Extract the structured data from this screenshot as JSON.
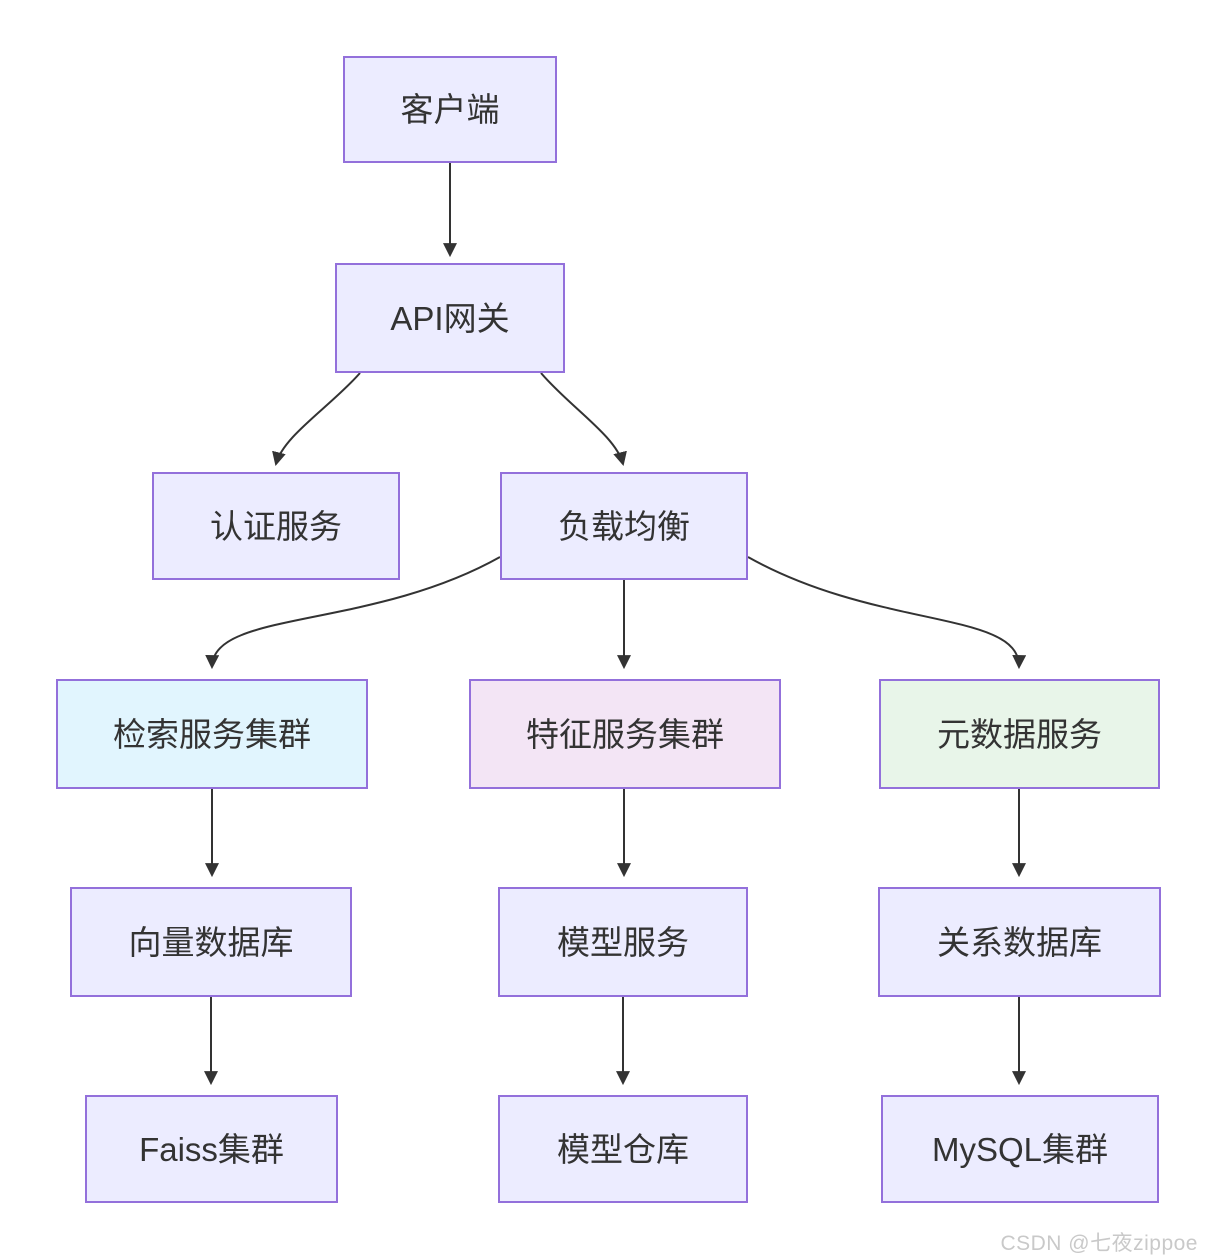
{
  "diagram": {
    "nodes": {
      "client": {
        "label": "客户端",
        "fill": "#ECECFF"
      },
      "api_gateway": {
        "label": "API网关",
        "fill": "#ECECFF"
      },
      "auth_service": {
        "label": "认证服务",
        "fill": "#ECECFF"
      },
      "load_balancer": {
        "label": "负载均衡",
        "fill": "#ECECFF"
      },
      "retrieval_cluster": {
        "label": "检索服务集群",
        "fill": "#E1F5FE"
      },
      "feature_cluster": {
        "label": "特征服务集群",
        "fill": "#F3E5F5"
      },
      "metadata_service": {
        "label": "元数据服务",
        "fill": "#E8F5E9"
      },
      "vector_db": {
        "label": "向量数据库",
        "fill": "#ECECFF"
      },
      "model_service": {
        "label": "模型服务",
        "fill": "#ECECFF"
      },
      "relational_db": {
        "label": "关系数据库",
        "fill": "#ECECFF"
      },
      "faiss_cluster": {
        "label": "Faiss集群",
        "fill": "#ECECFF"
      },
      "model_repo": {
        "label": "模型仓库",
        "fill": "#ECECFF"
      },
      "mysql_cluster": {
        "label": "MySQL集群",
        "fill": "#ECECFF"
      }
    },
    "edges": [
      {
        "from": "client",
        "to": "api_gateway"
      },
      {
        "from": "api_gateway",
        "to": "auth_service"
      },
      {
        "from": "api_gateway",
        "to": "load_balancer"
      },
      {
        "from": "load_balancer",
        "to": "retrieval_cluster"
      },
      {
        "from": "load_balancer",
        "to": "feature_cluster"
      },
      {
        "from": "load_balancer",
        "to": "metadata_service"
      },
      {
        "from": "retrieval_cluster",
        "to": "vector_db"
      },
      {
        "from": "feature_cluster",
        "to": "model_service"
      },
      {
        "from": "metadata_service",
        "to": "relational_db"
      },
      {
        "from": "vector_db",
        "to": "faiss_cluster"
      },
      {
        "from": "model_service",
        "to": "model_repo"
      },
      {
        "from": "relational_db",
        "to": "mysql_cluster"
      }
    ],
    "colors": {
      "node_border": "#9370DB",
      "node_default_fill": "#ECECFF",
      "edge": "#333333",
      "text": "#333333",
      "background": "#FFFFFF",
      "watermark": "#C9C9C9"
    }
  },
  "watermark": {
    "text": "CSDN @七夜zippoe"
  }
}
